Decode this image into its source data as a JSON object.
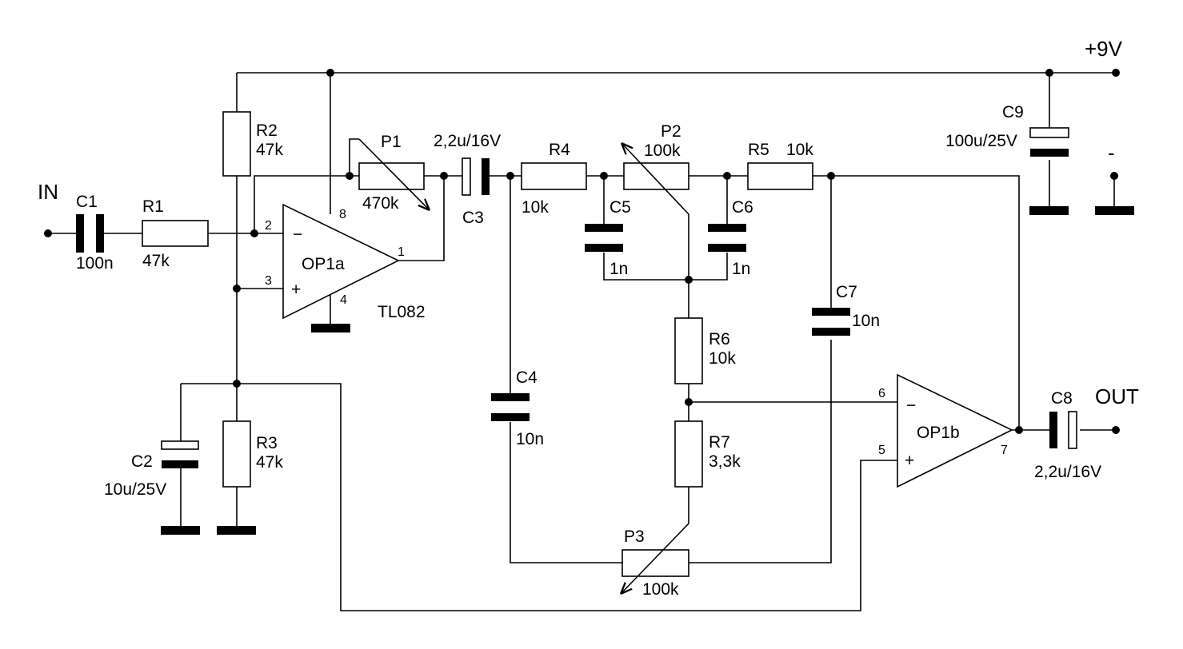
{
  "terminals": {
    "in": "IN",
    "out": "OUT",
    "supply": "+9V",
    "minus": "-"
  },
  "components": {
    "C1": {
      "name": "C1",
      "value": "100n"
    },
    "R1": {
      "name": "R1",
      "value": "47k"
    },
    "R2": {
      "name": "R2",
      "value": "47k"
    },
    "R3": {
      "name": "R3",
      "value": "47k"
    },
    "C2": {
      "name": "C2",
      "value": "10u/25V"
    },
    "P1": {
      "name": "P1",
      "value": "470k"
    },
    "C3": {
      "name": "C3",
      "value": "2,2u/16V"
    },
    "R4": {
      "name": "R4",
      "value": "10k"
    },
    "P2": {
      "name": "P2",
      "value": "100k"
    },
    "R5": {
      "name": "R5",
      "value": "10k"
    },
    "C5": {
      "name": "C5",
      "value": "1n"
    },
    "C6": {
      "name": "C6",
      "value": "1n"
    },
    "C4": {
      "name": "C4",
      "value": "10n"
    },
    "C7": {
      "name": "C7",
      "value": "10n"
    },
    "R6": {
      "name": "R6",
      "value": "10k"
    },
    "R7": {
      "name": "R7",
      "value": "3,3k"
    },
    "P3": {
      "name": "P3",
      "value": "100k"
    },
    "C8": {
      "name": "C8",
      "value": "2,2u/16V"
    },
    "C9": {
      "name": "C9",
      "value": "100u/25V"
    }
  },
  "opamps": {
    "a": {
      "name": "OP1a",
      "part": "TL082",
      "pin_minus": "2",
      "pin_plus": "3",
      "pin_out": "1",
      "pin_vcc": "8",
      "pin_gnd": "4",
      "sign_minus": "−",
      "sign_plus": "+"
    },
    "b": {
      "name": "OP1b",
      "pin_minus": "6",
      "pin_plus": "5",
      "pin_out": "7",
      "sign_minus": "−",
      "sign_plus": "+"
    }
  }
}
